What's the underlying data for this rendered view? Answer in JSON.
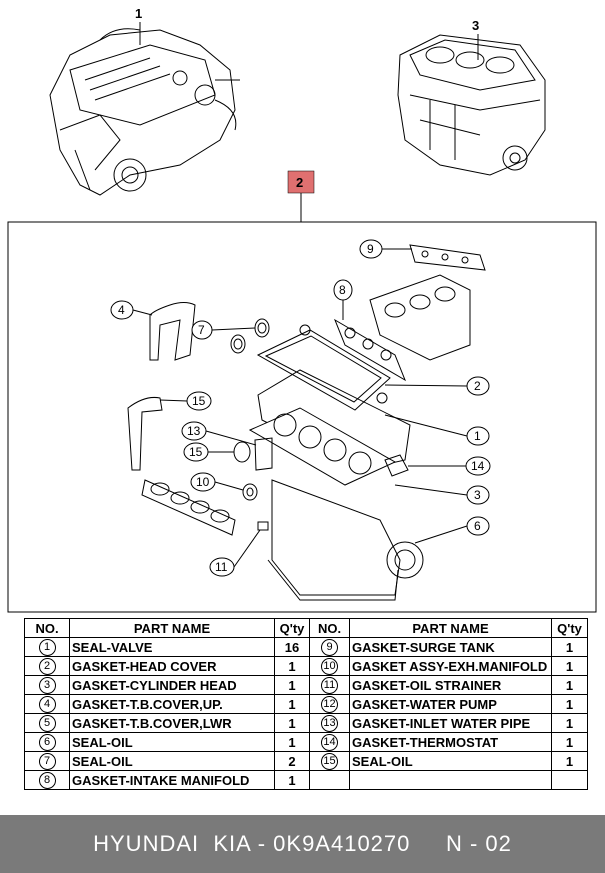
{
  "callouts": {
    "engine_assy": "1",
    "gasket_kit": "2",
    "short_block": "3",
    "diagram": [
      "9",
      "8",
      "4",
      "7",
      "2",
      "15",
      "13",
      "1",
      "15",
      "14",
      "10",
      "3",
      "6",
      "11"
    ]
  },
  "table": {
    "headers": {
      "no": "NO.",
      "part_name": "PART NAME",
      "qty": "Q'ty"
    },
    "rows": [
      {
        "left": {
          "no": "1",
          "name": "SEAL-VALVE",
          "qty": "16"
        },
        "right": {
          "no": "9",
          "name": "GASKET-SURGE TANK",
          "qty": "1"
        }
      },
      {
        "left": {
          "no": "2",
          "name": "GASKET-HEAD COVER",
          "qty": "1"
        },
        "right": {
          "no": "10",
          "name": "GASKET ASSY-EXH.MANIFOLD",
          "qty": "1"
        }
      },
      {
        "left": {
          "no": "3",
          "name": "GASKET-CYLINDER HEAD",
          "qty": "1"
        },
        "right": {
          "no": "11",
          "name": "GASKET-OIL STRAINER",
          "qty": "1"
        }
      },
      {
        "left": {
          "no": "4",
          "name": "GASKET-T.B.COVER,UP.",
          "qty": "1"
        },
        "right": {
          "no": "12",
          "name": "GASKET-WATER PUMP",
          "qty": "1"
        }
      },
      {
        "left": {
          "no": "5",
          "name": "GASKET-T.B.COVER,LWR",
          "qty": "1"
        },
        "right": {
          "no": "13",
          "name": "GASKET-INLET WATER PIPE",
          "qty": "1"
        }
      },
      {
        "left": {
          "no": "6",
          "name": "SEAL-OIL",
          "qty": "1"
        },
        "right": {
          "no": "14",
          "name": "GASKET-THERMOSTAT",
          "qty": "1"
        }
      },
      {
        "left": {
          "no": "7",
          "name": "SEAL-OIL",
          "qty": "2"
        },
        "right": {
          "no": "15",
          "name": "SEAL-OIL",
          "qty": "1"
        }
      },
      {
        "left": {
          "no": "8",
          "name": "GASKET-INTAKE MANIFOLD",
          "qty": "1"
        },
        "right": {
          "no": "",
          "name": "",
          "qty": ""
        }
      }
    ]
  },
  "footer": {
    "text": "HYUNDAI  KIA - 0K9A410270     N - 02"
  },
  "colors": {
    "callout_box": "#e07070",
    "footer_bg": "#7a7a7a"
  }
}
